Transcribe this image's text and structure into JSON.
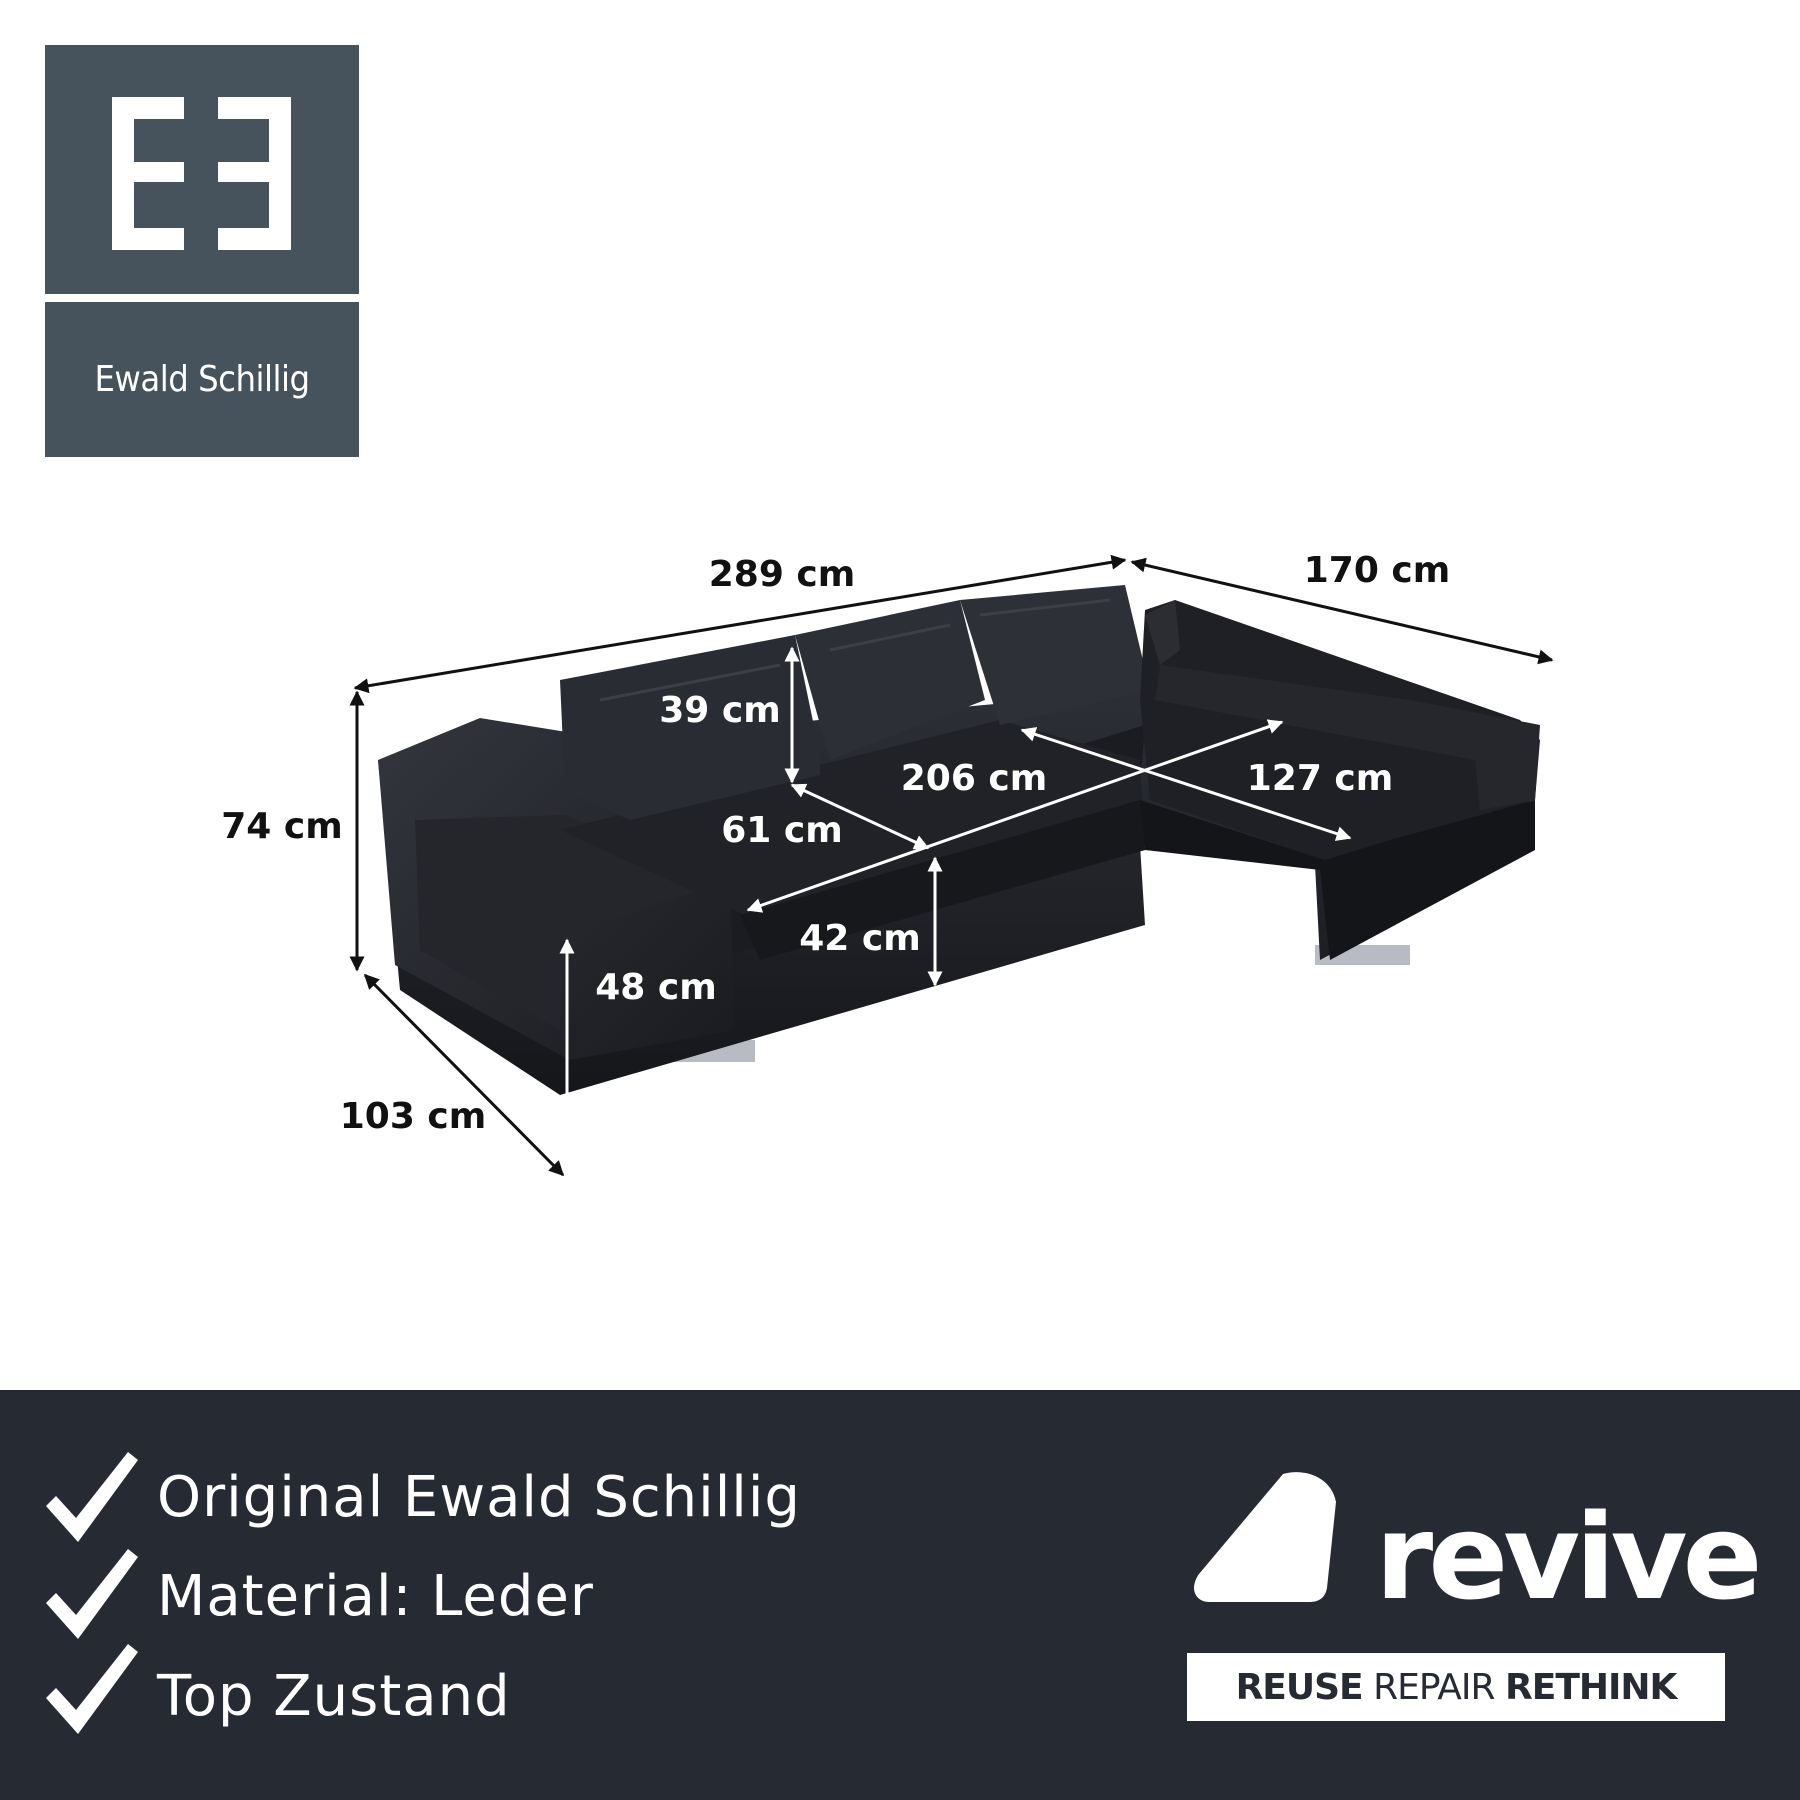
{
  "brand": {
    "logo_mark": "E3",
    "name": "Ewald Schillig",
    "panel_color": "#46525c"
  },
  "product_image": {
    "subject": "black leather corner sofa",
    "dimensions": {
      "overall_width": "289 cm",
      "chaise_length": "170 cm",
      "height": "74 cm",
      "depth": "103 cm",
      "back_cushion_height": "39 cm",
      "seat_depth": "61 cm",
      "seat_width": "206 cm",
      "chaise_seat_length": "127 cm",
      "seat_height": "42 cm",
      "armrest_height": "48 cm"
    }
  },
  "features": [
    {
      "icon": "checkmark-icon",
      "text": "Original Ewald Schillig"
    },
    {
      "icon": "checkmark-icon",
      "text": "Material: Leder"
    },
    {
      "icon": "checkmark-icon",
      "text": "Top Zustand"
    }
  ],
  "footer": {
    "background": "#262a33",
    "revive": {
      "word": "revive",
      "tagline": {
        "reuse": "REUSE",
        "repair": "REPAIR",
        "rethink": "RETHINK"
      }
    }
  }
}
